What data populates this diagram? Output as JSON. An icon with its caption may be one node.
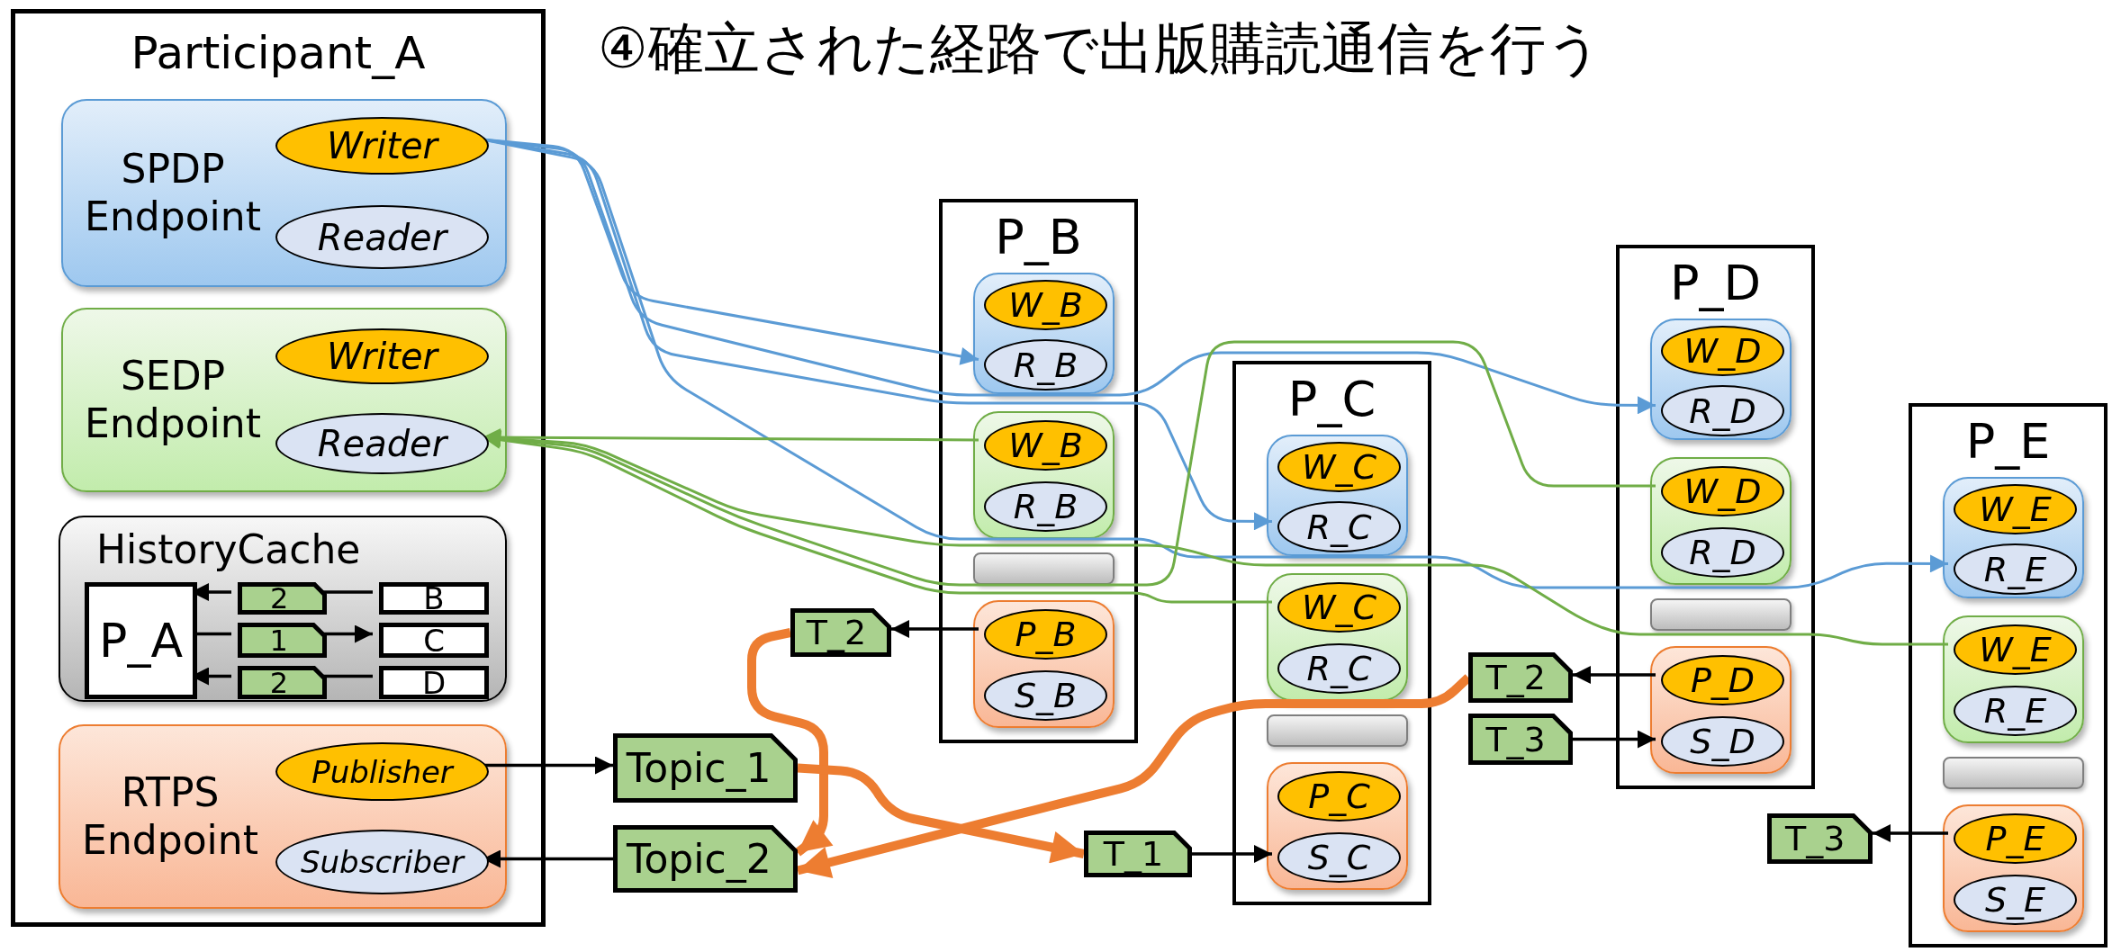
{
  "diagram": {
    "title": "④確立された経路で出版購読通信を行う",
    "nodes": [
      {
        "text": [
          "Participant_A"
        ]
      },
      {
        "text": [
          "SPDP Endpoint"
        ],
        "in": 0
      },
      {
        "text": [
          "Writer"
        ],
        "in": 1
      },
      {
        "text": [
          "Reader"
        ],
        "in": 1
      },
      {
        "text": [
          "SEDP Endpoint"
        ],
        "in": 0
      },
      {
        "text": [
          "Writer"
        ],
        "in": 4
      },
      {
        "text": [
          "Reader"
        ],
        "in": 4
      },
      {
        "text": [
          "HistoryCache"
        ],
        "in": 0
      },
      {
        "text": [
          "P_A"
        ],
        "in": 7
      },
      {
        "text": [
          "2"
        ],
        "in": 7
      },
      {
        "text": [
          "B"
        ],
        "in": 7
      },
      {
        "text": [
          "1"
        ],
        "in": 7
      },
      {
        "text": [
          "C"
        ],
        "in": 7
      },
      {
        "text": [
          "2"
        ],
        "in": 7
      },
      {
        "text": [
          "D"
        ],
        "in": 7
      },
      {
        "text": [
          "RTPS Endpoint"
        ],
        "in": 0
      },
      {
        "text": [
          "Publisher"
        ],
        "in": 15
      },
      {
        "text": [
          "Subscriber"
        ],
        "in": 15
      },
      {
        "text": [
          "P_B"
        ]
      },
      {
        "text": [],
        "shape": "box",
        "in": 18
      },
      {
        "text": [
          "W_B"
        ],
        "in": 19
      },
      {
        "text": [
          "R_B"
        ],
        "in": 19
      },
      {
        "text": [],
        "shape": "box",
        "in": 18
      },
      {
        "text": [
          "W_B"
        ],
        "in": 22
      },
      {
        "text": [
          "R_B"
        ],
        "in": 22
      },
      {
        "text": [],
        "shape": "bar",
        "in": 18
      },
      {
        "text": [],
        "shape": "box",
        "in": 18
      },
      {
        "text": [
          "P_B"
        ],
        "in": 26
      },
      {
        "text": [
          "S_B"
        ],
        "in": 26
      },
      {
        "text": [
          "P_C"
        ]
      },
      {
        "text": [],
        "shape": "box",
        "in": 29
      },
      {
        "text": [
          "W_C"
        ],
        "in": 30
      },
      {
        "text": [
          "R_C"
        ],
        "in": 30
      },
      {
        "text": [],
        "shape": "box",
        "in": 29
      },
      {
        "text": [
          "W_C"
        ],
        "in": 33
      },
      {
        "text": [
          "R_C"
        ],
        "in": 33
      },
      {
        "text": [],
        "shape": "bar",
        "in": 29
      },
      {
        "text": [],
        "shape": "box",
        "in": 29
      },
      {
        "text": [
          "P_C"
        ],
        "in": 37
      },
      {
        "text": [
          "S_C"
        ],
        "in": 37
      },
      {
        "text": [
          "P_D"
        ]
      },
      {
        "text": [],
        "shape": "box",
        "in": 40
      },
      {
        "text": [
          "W_D"
        ],
        "in": 41
      },
      {
        "text": [
          "R_D"
        ],
        "in": 41
      },
      {
        "text": [],
        "shape": "box",
        "in": 40
      },
      {
        "text": [
          "W_D"
        ],
        "in": 44
      },
      {
        "text": [
          "R_D"
        ],
        "in": 44
      },
      {
        "text": [],
        "shape": "bar",
        "in": 40
      },
      {
        "text": [],
        "shape": "box",
        "in": 40
      },
      {
        "text": [
          "P_D"
        ],
        "in": 48
      },
      {
        "text": [
          "S_D"
        ],
        "in": 48
      },
      {
        "text": [
          "P_E"
        ]
      },
      {
        "text": [],
        "shape": "box",
        "in": 51
      },
      {
        "text": [
          "W_E"
        ],
        "in": 52
      },
      {
        "text": [
          "R_E"
        ],
        "in": 52
      },
      {
        "text": [],
        "shape": "box",
        "in": 51
      },
      {
        "text": [
          "W_E"
        ],
        "in": 55
      },
      {
        "text": [
          "R_E"
        ],
        "in": 55
      },
      {
        "text": [],
        "shape": "bar",
        "in": 51
      },
      {
        "text": [],
        "shape": "box",
        "in": 51
      },
      {
        "text": [
          "P_E"
        ],
        "in": 59
      },
      {
        "text": [
          "S_E"
        ],
        "in": 59
      },
      {
        "text": [
          "T_2"
        ]
      },
      {
        "text": [
          "Topic_1"
        ]
      },
      {
        "text": [
          "Topic_2"
        ]
      },
      {
        "text": [
          "T_1"
        ]
      },
      {
        "text": [
          "T_2"
        ]
      },
      {
        "text": [
          "T_3"
        ]
      },
      {
        "text": [
          "T_3"
        ]
      }
    ],
    "edges": [
      {
        "from": 2,
        "to": 21,
        "arrow": "to",
        "color": "#5b9bd5"
      },
      {
        "from": 2,
        "to": 32,
        "arrow": "to",
        "color": "#5b9bd5"
      },
      {
        "from": 2,
        "to": 43,
        "arrow": "to",
        "color": "#5b9bd5"
      },
      {
        "from": 2,
        "to": 54,
        "arrow": "to",
        "color": "#5b9bd5"
      },
      {
        "from": 23,
        "to": 6,
        "arrow": "to",
        "color": "#70ad47"
      },
      {
        "from": 34,
        "to": 6,
        "arrow": "to",
        "color": "#70ad47"
      },
      {
        "from": 45,
        "to": 6,
        "arrow": "to",
        "color": "#70ad47"
      },
      {
        "from": 56,
        "to": 6,
        "arrow": "to",
        "color": "#70ad47"
      },
      {
        "from": 10,
        "to": 9,
        "arrow": "none"
      },
      {
        "from": 9,
        "to": 8,
        "arrow": "to"
      },
      {
        "from": 8,
        "to": 11,
        "arrow": "none"
      },
      {
        "from": 11,
        "to": 12,
        "arrow": "to"
      },
      {
        "from": 14,
        "to": 13,
        "arrow": "none"
      },
      {
        "from": 13,
        "to": 8,
        "arrow": "to"
      },
      {
        "from": 16,
        "to": 63,
        "arrow": "to"
      },
      {
        "from": 64,
        "to": 17,
        "arrow": "to"
      },
      {
        "from": 27,
        "to": 62,
        "arrow": "to"
      },
      {
        "from": 62,
        "to": 64,
        "arrow": "to",
        "style": "thick",
        "color": "#ed7d31"
      },
      {
        "from": 63,
        "to": 65,
        "arrow": "to",
        "style": "thick",
        "color": "#ed7d31"
      },
      {
        "from": 66,
        "to": 64,
        "arrow": "to",
        "style": "thick",
        "color": "#ed7d31"
      },
      {
        "from": 65,
        "to": 39,
        "arrow": "to"
      },
      {
        "from": 49,
        "to": 66,
        "arrow": "to"
      },
      {
        "from": 67,
        "to": 50,
        "arrow": "to"
      },
      {
        "from": 60,
        "to": 68,
        "arrow": "to"
      }
    ]
  }
}
